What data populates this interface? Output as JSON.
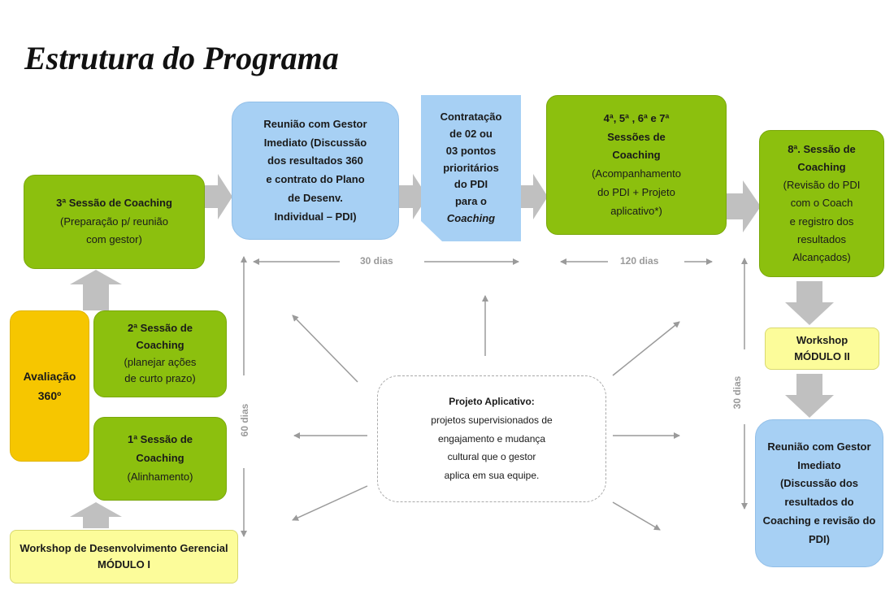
{
  "title": "Estrutura do Programa",
  "boxes": {
    "sessao3": {
      "l1": "3ª Sessão de Coaching",
      "l2": "(Preparação p/ reunião",
      "l3": "com gestor)"
    },
    "reuniao1": {
      "l1": "Reunião com Gestor",
      "l2": "Imediato (Discussão",
      "l3": "dos resultados 360",
      "l4": "e contrato  do Plano",
      "l5": "de Desenv.",
      "l6": "Individual – PDI)"
    },
    "contratacao": {
      "l1": "Contratação",
      "l2": "de 02 ou",
      "l3": "03 pontos",
      "l4": "prioritários",
      "l5": "do  PDI",
      "l6": "para o",
      "l7": "Coaching"
    },
    "sessoes4a7": {
      "l1": "4ª, 5ª , 6ª e 7ª",
      "l2": "Sessões de",
      "l3": "Coaching",
      "l4": "(Acompanhamento",
      "l5": "do PDI + Projeto",
      "l6": "aplicativo*)"
    },
    "sessao8": {
      "l1": "8ª. Sessão de",
      "l2": "Coaching",
      "l3": "(Revisão do PDI",
      "l4": "com o Coach",
      "l5": "e registro dos",
      "l6": "resultados",
      "l7": "Alcançados)"
    },
    "avaliacao": {
      "l1": "Avaliação",
      "l2": "360º"
    },
    "sessao2": {
      "l1": "2ª Sessão de",
      "l2": "Coaching",
      "l3": "(planejar ações",
      "l4": "de curto prazo)"
    },
    "sessao1": {
      "l1": "1ª Sessão de",
      "l2": "Coaching",
      "l3": "(Alinhamento)"
    },
    "workshop1": {
      "l1": "Workshop de Desenvolvimento Gerencial",
      "l2": "MÓDULO I"
    },
    "workshop2": {
      "l1": "Workshop",
      "l2": "MÓDULO II"
    },
    "reuniao2": {
      "l1": "Reunião com Gestor",
      "l2": "Imediato",
      "l3": "(Discussão dos",
      "l4": "resultados do",
      "l5": "Coaching e revisão do",
      "l6": "PDI)"
    },
    "projeto": {
      "l1": "Projeto Aplicativo:",
      "l2": "projetos supervisionados de",
      "l3": "engajamento e mudança",
      "l4": "cultural que o gestor",
      "l5": "aplica em sua equipe."
    }
  },
  "durations": {
    "d30": "30 dias",
    "d120": "120 dias",
    "d60": "60 dias",
    "d30v": "30 dias"
  },
  "colors": {
    "green": "#8cc00e",
    "blue": "#a7d0f4",
    "orange": "#f6c600",
    "yellow": "#fcfc9a",
    "arrow": "#c0c0c0"
  }
}
